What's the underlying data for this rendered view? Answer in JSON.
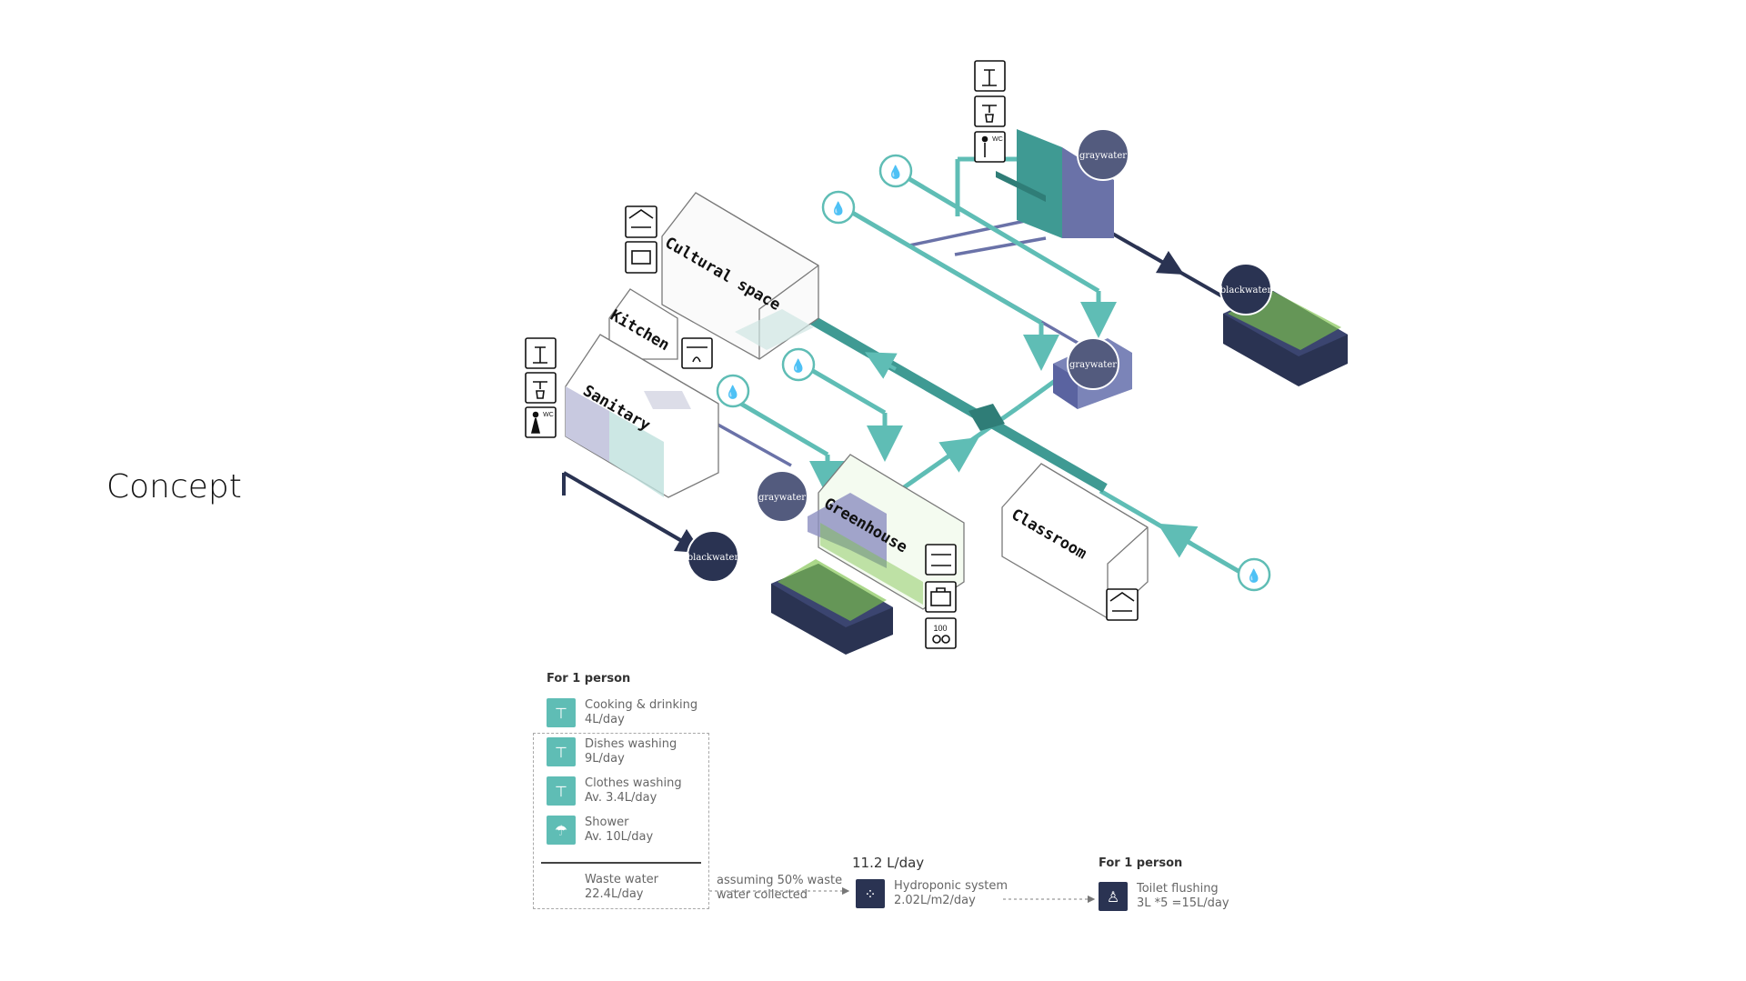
{
  "slide": {
    "title": "Concept"
  },
  "diagram": {
    "buildings": {
      "cultural": "Cultural space",
      "kitchen": "Kitchen",
      "sanitary": "Sanitary",
      "greenhouse": "Greenhouse",
      "classroom": "Classroom"
    },
    "tanks": {
      "graywater_top": "graywater",
      "graywater_mid": "graywater",
      "graywater_left": "graywater",
      "blackwater_right": "blackwater",
      "blackwater_left": "blackwater"
    },
    "icon_labels": {
      "wc": "WC",
      "hundred": "100"
    },
    "colors": {
      "teal": "#5fbdb5",
      "teal_dark": "#3f9a93",
      "navy": "#2a3352",
      "slate": "#535b7e",
      "periwinkle": "#7b84b8",
      "plant_green": "#7cc24a"
    }
  },
  "legend": {
    "heading": "For 1 person",
    "items": [
      {
        "name": "Cooking & drinking",
        "value": "4L/day",
        "icon": "faucet-icon"
      },
      {
        "name": "Dishes washing",
        "value": "9L/day",
        "icon": "faucet-dishes-icon"
      },
      {
        "name": "Clothes washing",
        "value": "Av. 3.4L/day",
        "icon": "faucet-clothes-icon"
      },
      {
        "name": "Shower",
        "value": "Av. 10L/day",
        "icon": "shower-person-icon"
      }
    ],
    "waste": {
      "name": "Waste water",
      "value": "22.4L/day"
    },
    "assumption": {
      "line1": "assuming 50% waste",
      "line2": "water collected"
    },
    "hydroponic": {
      "amount": "11.2 L/day",
      "name": "Hydroponic system",
      "value": "2.02L/m2/day",
      "icon": "hydroponic-icon"
    },
    "toilet": {
      "heading": "For 1 person",
      "name": "Toilet flushing",
      "value": "3L *5 =15L/day",
      "icon": "toilet-person-icon"
    }
  }
}
